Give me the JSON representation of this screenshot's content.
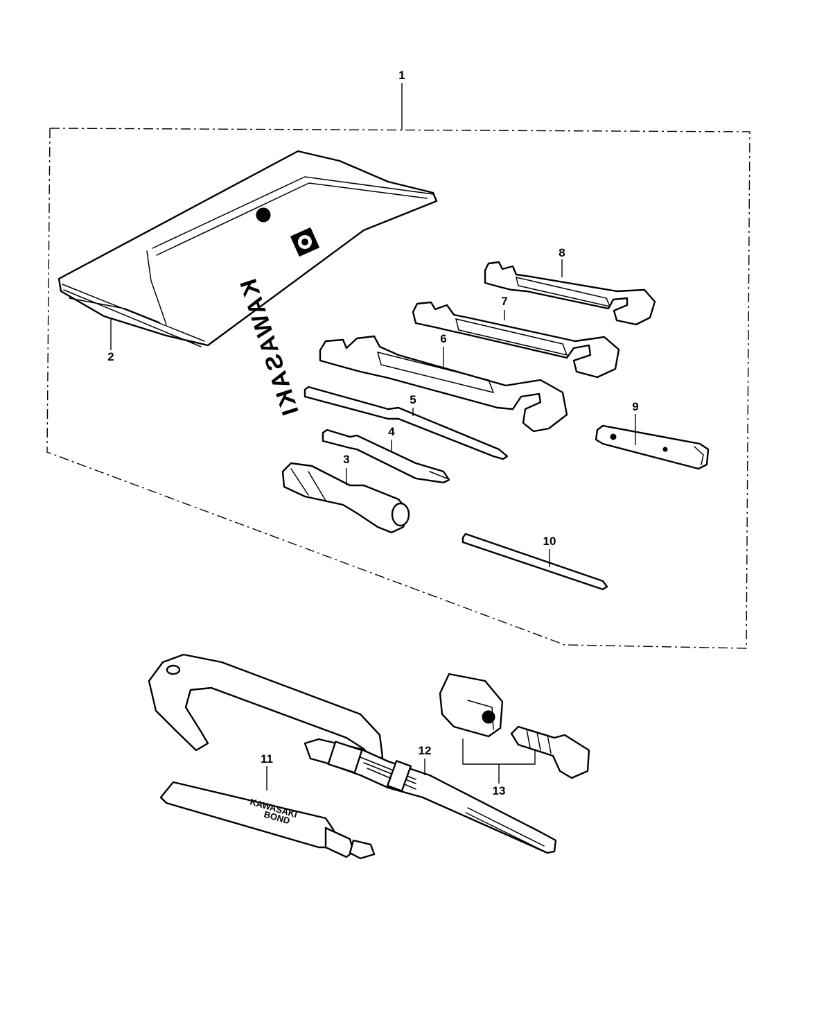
{
  "diagram": {
    "callouts": [
      {
        "id": "1",
        "text": "1"
      },
      {
        "id": "2",
        "text": "2"
      },
      {
        "id": "3",
        "text": "3"
      },
      {
        "id": "4",
        "text": "4"
      },
      {
        "id": "5",
        "text": "5"
      },
      {
        "id": "6",
        "text": "6"
      },
      {
        "id": "7",
        "text": "7"
      },
      {
        "id": "8",
        "text": "8"
      },
      {
        "id": "9",
        "text": "9"
      },
      {
        "id": "10",
        "text": "10"
      },
      {
        "id": "11",
        "text": "11"
      },
      {
        "id": "12",
        "text": "12"
      },
      {
        "id": "13",
        "text": "13"
      }
    ],
    "tool_bag_brand": "KAWASAKI",
    "tube_brand_line1": "KAWASAKI",
    "tube_brand_line2": "BOND"
  }
}
